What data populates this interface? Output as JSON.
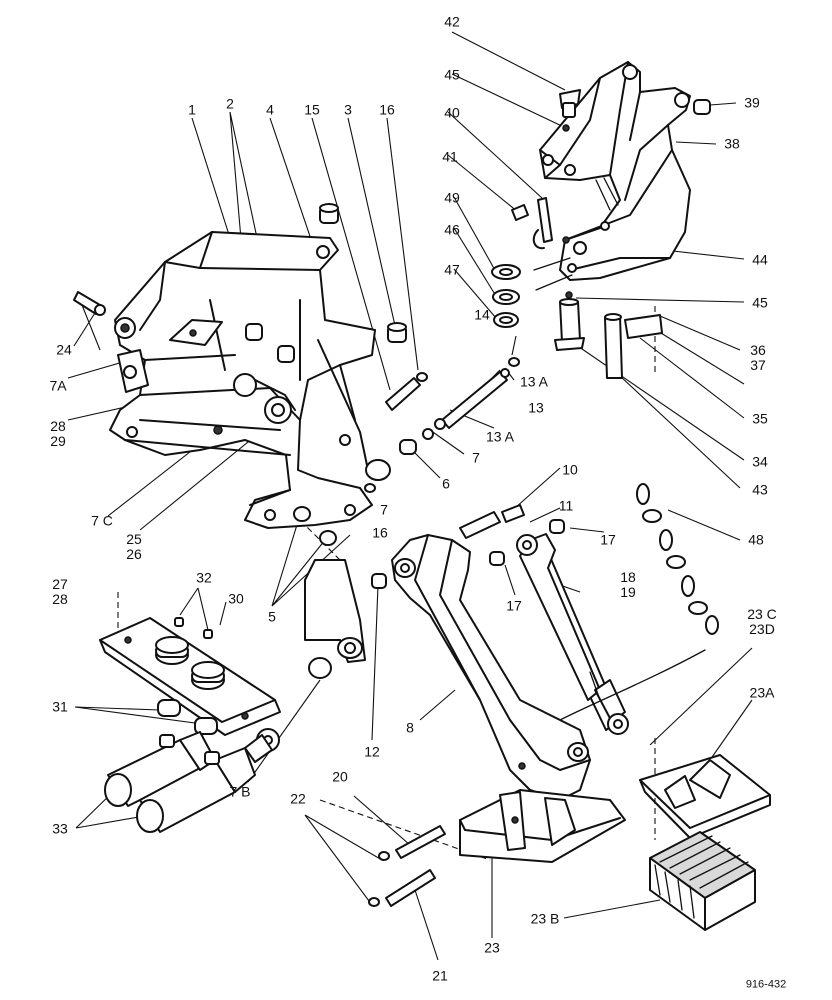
{
  "labels": [
    {
      "id": "1",
      "text": "1"
    },
    {
      "id": "2",
      "text": "2"
    },
    {
      "id": "3",
      "text": "3"
    },
    {
      "id": "4",
      "text": "4"
    },
    {
      "id": "5",
      "text": "5"
    },
    {
      "id": "6",
      "text": "6"
    },
    {
      "id": "7a",
      "text": "7"
    },
    {
      "id": "7b",
      "text": "7"
    },
    {
      "id": "7A",
      "text": "7A"
    },
    {
      "id": "7B",
      "text": "7 B"
    },
    {
      "id": "7C",
      "text": "7 C"
    },
    {
      "id": "8",
      "text": "8"
    },
    {
      "id": "10",
      "text": "10"
    },
    {
      "id": "11",
      "text": "11"
    },
    {
      "id": "12",
      "text": "12"
    },
    {
      "id": "13",
      "text": "13"
    },
    {
      "id": "13A_top",
      "text": "13 A"
    },
    {
      "id": "13A_bot",
      "text": "13 A"
    },
    {
      "id": "14",
      "text": "14"
    },
    {
      "id": "15",
      "text": "15"
    },
    {
      "id": "16_top",
      "text": "16"
    },
    {
      "id": "16_mid",
      "text": "16"
    },
    {
      "id": "17a",
      "text": "17"
    },
    {
      "id": "17b",
      "text": "17"
    },
    {
      "id": "18_19",
      "text": "18\n19"
    },
    {
      "id": "20",
      "text": "20"
    },
    {
      "id": "21",
      "text": "21"
    },
    {
      "id": "22",
      "text": "22"
    },
    {
      "id": "23",
      "text": "23"
    },
    {
      "id": "23A",
      "text": "23A"
    },
    {
      "id": "23B",
      "text": "23 B"
    },
    {
      "id": "23CD",
      "text": "23 C\n23D"
    },
    {
      "id": "24",
      "text": "24"
    },
    {
      "id": "25_26",
      "text": "25\n26"
    },
    {
      "id": "27_28",
      "text": "27\n28"
    },
    {
      "id": "28_29",
      "text": "28\n29"
    },
    {
      "id": "30",
      "text": "30"
    },
    {
      "id": "31",
      "text": "31"
    },
    {
      "id": "32",
      "text": "32"
    },
    {
      "id": "33",
      "text": "33"
    },
    {
      "id": "34",
      "text": "34"
    },
    {
      "id": "35",
      "text": "35"
    },
    {
      "id": "36_37",
      "text": "36\n37"
    },
    {
      "id": "38",
      "text": "38"
    },
    {
      "id": "39",
      "text": "39"
    },
    {
      "id": "40",
      "text": "40"
    },
    {
      "id": "41",
      "text": "41"
    },
    {
      "id": "42",
      "text": "42"
    },
    {
      "id": "43",
      "text": "43"
    },
    {
      "id": "44",
      "text": "44"
    },
    {
      "id": "45_top",
      "text": "45"
    },
    {
      "id": "45_bot",
      "text": "45"
    },
    {
      "id": "46",
      "text": "46"
    },
    {
      "id": "47",
      "text": "47"
    },
    {
      "id": "48",
      "text": "48"
    },
    {
      "id": "49",
      "text": "49"
    }
  ],
  "drawing_ref": "916-432"
}
